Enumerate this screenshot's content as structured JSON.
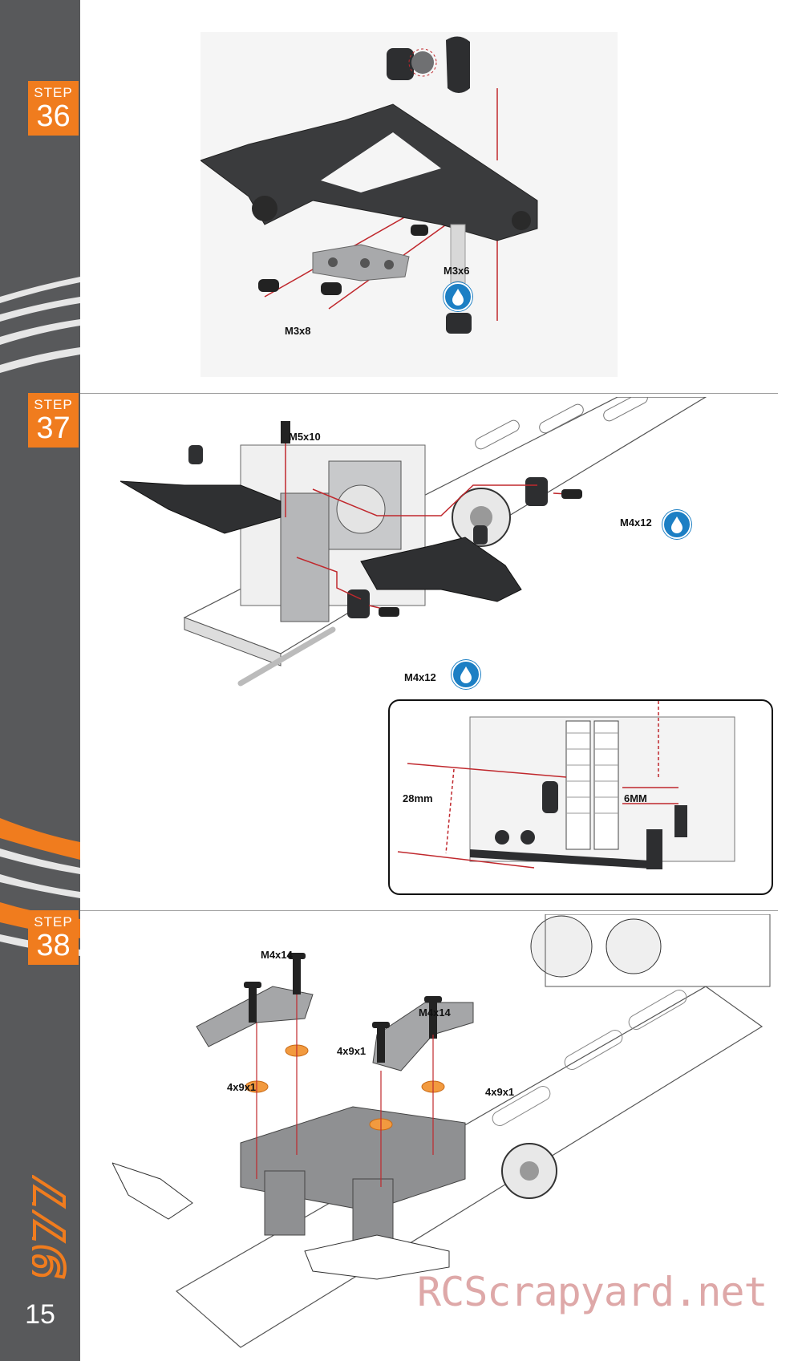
{
  "steps": [
    {
      "label": "STEP",
      "number": "36"
    },
    {
      "label": "STEP",
      "number": "37"
    },
    {
      "label": "STEP",
      "number": "38"
    }
  ],
  "step36": {
    "callouts": [
      "M3x6",
      "M3x8"
    ]
  },
  "step37": {
    "callouts": [
      "M5x10",
      "M4x12",
      "M4x12"
    ],
    "inset": {
      "dim_a": "28mm",
      "dim_b": "6MM"
    }
  },
  "step38": {
    "callouts": [
      "M4x14",
      "M4x14",
      "4x9x1",
      "4x9x1",
      "4x9x1"
    ]
  },
  "sidebar": {
    "logo_text": "977",
    "page_number": "15"
  },
  "watermark": "RCScrapyard.net",
  "colors": {
    "accent": "#f07c1e",
    "sidebar": "#58595b",
    "thread_lock": "#1c7fc4",
    "guide_line": "#c0282d"
  }
}
